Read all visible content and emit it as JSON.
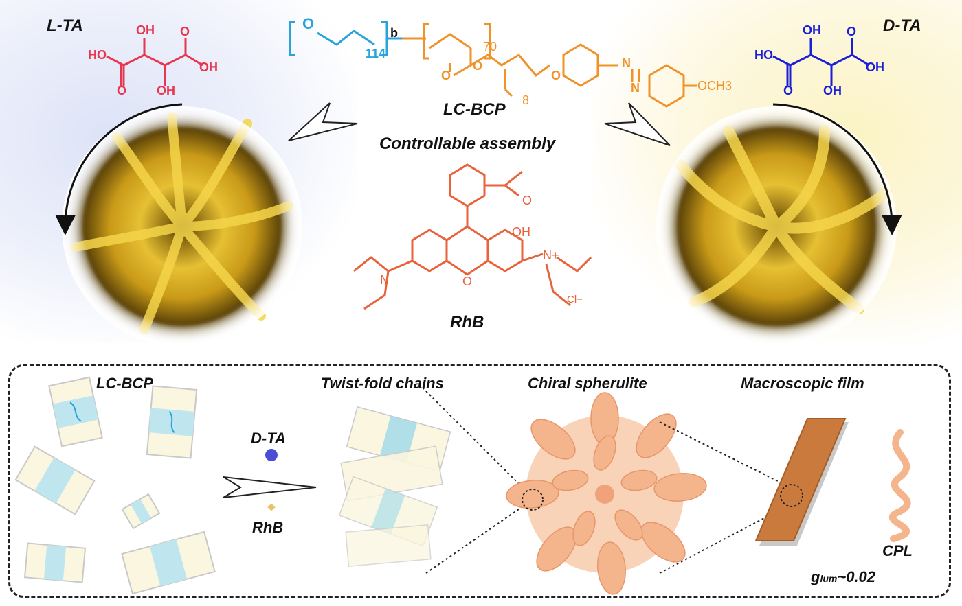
{
  "top": {
    "l_ta_label": "L-TA",
    "d_ta_label": "D-TA",
    "lcbcp_label": "LC-BCP",
    "controllable_label": "Controllable assembly",
    "rhb_label": "RhB",
    "tartaric": {
      "oh": "OH",
      "ho": "HO",
      "o": "O"
    },
    "polymer": {
      "o_atom": "O",
      "b": "b",
      "n114": "114",
      "n70": "70",
      "n8": "8",
      "ome": "OCH3",
      "n_atom": "N"
    },
    "rhb_atoms": {
      "oh": "OH",
      "o": "O",
      "n": "N",
      "nplus": "N+",
      "cl": "Cl−",
      "o_ring": "O"
    }
  },
  "bottom": {
    "lcbcp_label": "LC-BCP",
    "twist_label": "Twist-fold chains",
    "chiral_label": "Chiral spherulite",
    "macro_label": "Macroscopic film",
    "dta_label": "D-TA",
    "rhb_label": "RhB",
    "cpl_label": "CPL",
    "glum_g": "g",
    "glum_sub": "lum",
    "glum_value": "~0.02"
  },
  "colors": {
    "l_ta": "#e8364e",
    "d_ta": "#1a1fd6",
    "peo": "#2aa3d8",
    "lc_block": "#f0922a",
    "rhb": "#e8623a",
    "spherulite_gold": "#e6c033",
    "peach": "#f4b48c"
  }
}
